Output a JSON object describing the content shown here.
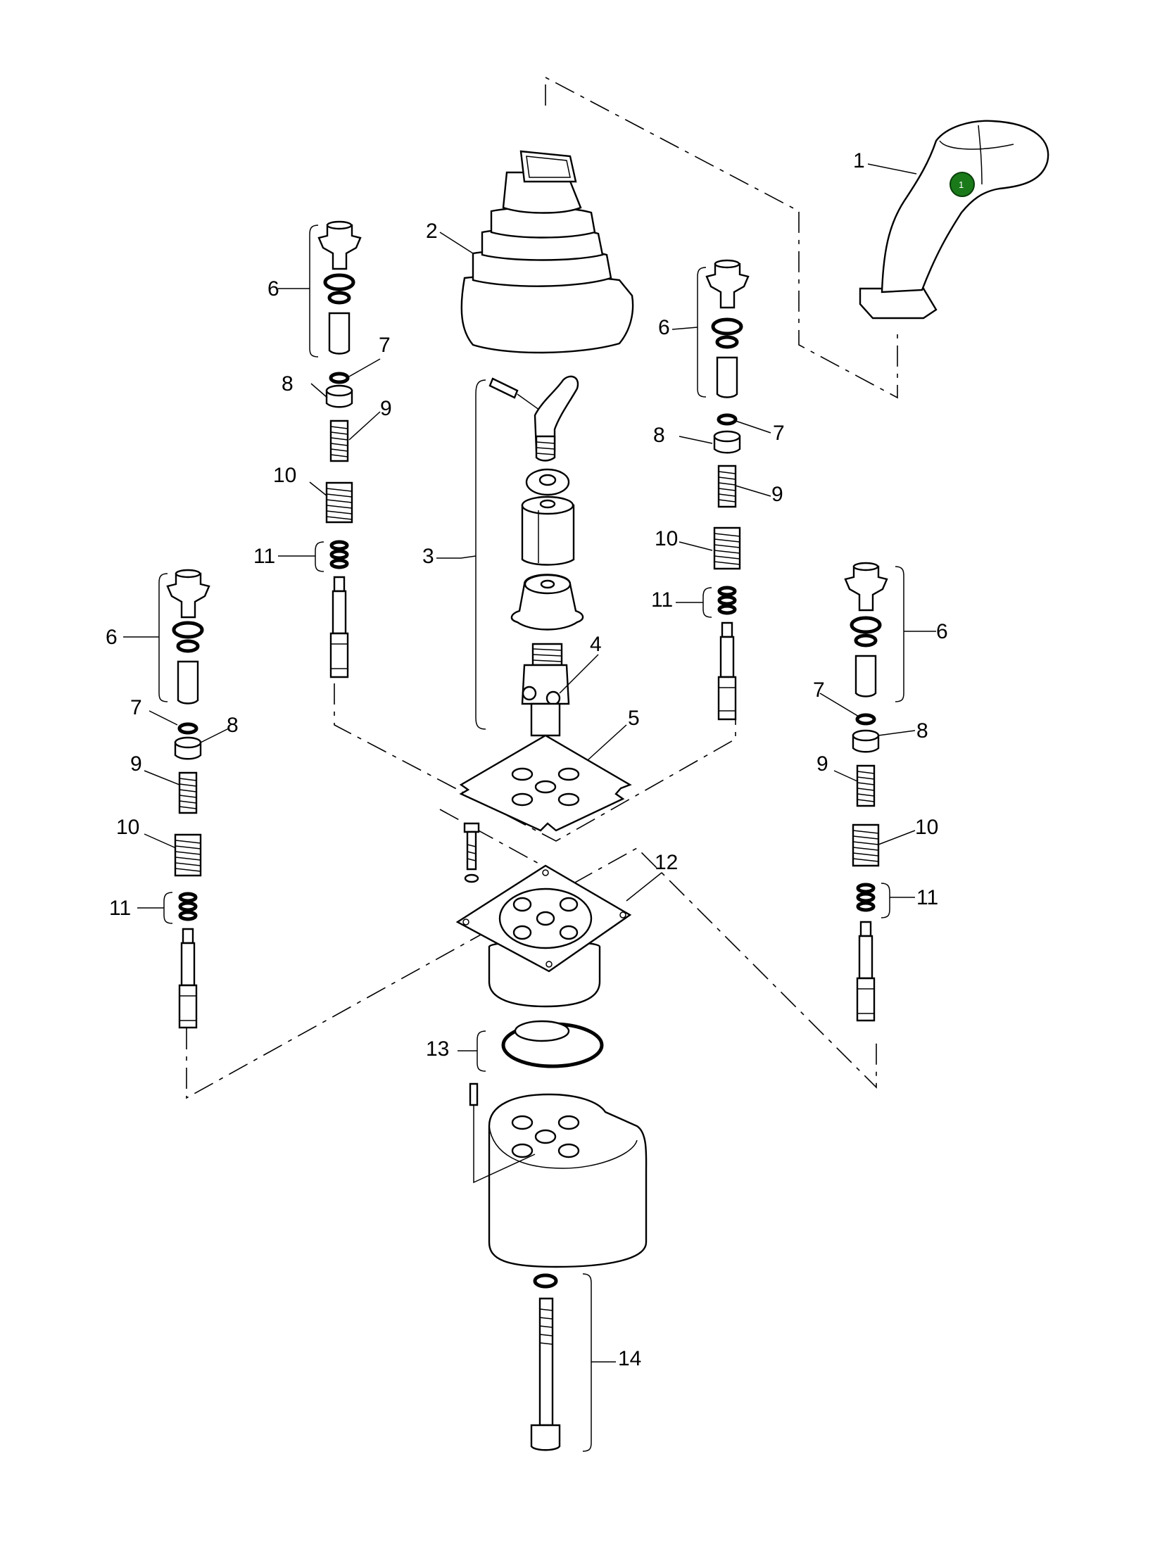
{
  "diagram": {
    "callouts": [
      {
        "key": "handle",
        "text": "1"
      },
      {
        "key": "boot",
        "text": "2"
      },
      {
        "key": "lever-assembly",
        "text": "3"
      },
      {
        "key": "pivot",
        "text": "4"
      },
      {
        "key": "plate",
        "text": "5"
      },
      {
        "key": "cartridge-a",
        "text": "6"
      },
      {
        "key": "cartridge-b",
        "text": "6"
      },
      {
        "key": "cartridge-c",
        "text": "6"
      },
      {
        "key": "cartridge-d",
        "text": "6"
      },
      {
        "key": "ring-a",
        "text": "7"
      },
      {
        "key": "ring-b",
        "text": "7"
      },
      {
        "key": "ring-c",
        "text": "7"
      },
      {
        "key": "ring-d",
        "text": "7"
      },
      {
        "key": "washer-a",
        "text": "8"
      },
      {
        "key": "washer-b",
        "text": "8"
      },
      {
        "key": "washer-c",
        "text": "8"
      },
      {
        "key": "washer-d",
        "text": "8"
      },
      {
        "key": "spring-small-a",
        "text": "9"
      },
      {
        "key": "spring-small-b",
        "text": "9"
      },
      {
        "key": "spring-small-c",
        "text": "9"
      },
      {
        "key": "spring-small-d",
        "text": "9"
      },
      {
        "key": "spring-large-a",
        "text": "10"
      },
      {
        "key": "spring-large-b",
        "text": "10"
      },
      {
        "key": "spring-large-c",
        "text": "10"
      },
      {
        "key": "spring-large-d",
        "text": "10"
      },
      {
        "key": "seal-set-a",
        "text": "11"
      },
      {
        "key": "seal-set-b",
        "text": "11"
      },
      {
        "key": "seal-set-c",
        "text": "11"
      },
      {
        "key": "seal-set-d",
        "text": "11"
      },
      {
        "key": "cover-plate",
        "text": "12"
      },
      {
        "key": "o-ring-set",
        "text": "13"
      },
      {
        "key": "bolt-set",
        "text": "14"
      }
    ],
    "hotspot": {
      "text": "1",
      "color": "#1a7a1a"
    }
  }
}
